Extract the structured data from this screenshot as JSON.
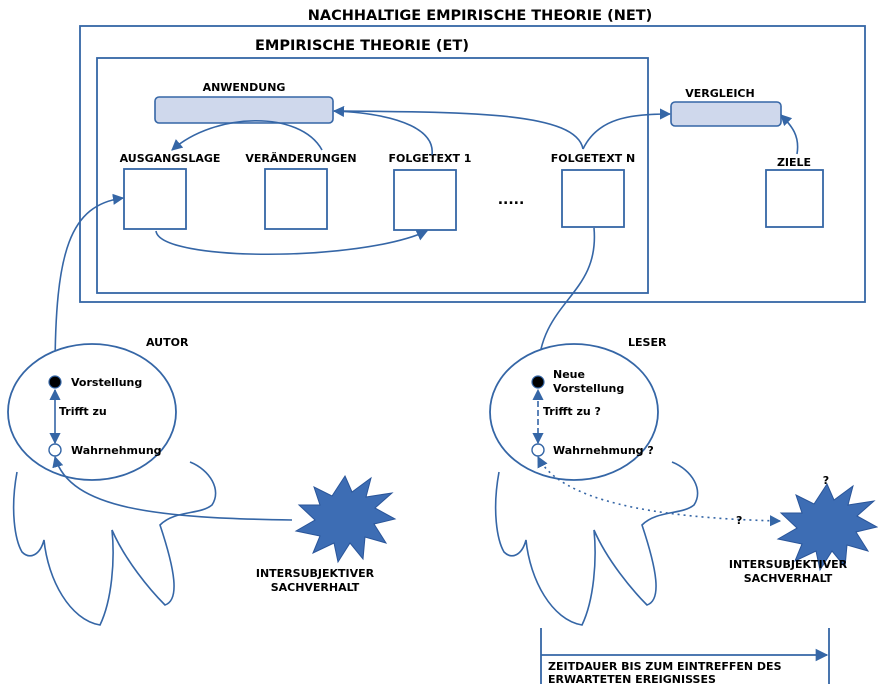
{
  "titles": {
    "net": "NACHHALTIGE EMPIRISCHE THEORIE (NET)",
    "et": "EMPIRISCHE THEORIE (ET)"
  },
  "bars": {
    "anwendung": "ANWENDUNG",
    "vergleich": "VERGLEICH"
  },
  "nodes": {
    "ausgangslage": "AUSGANGSLAGE",
    "veraenderungen": "VERÄNDERUNGEN",
    "folgetext1": "FOLGETEXT 1",
    "ellipsis": ".....",
    "folgetextn": "FOLGETEXT N",
    "ziele": "ZIELE"
  },
  "autor": {
    "label": "AUTOR",
    "vorstellung": "Vorstellung",
    "trifft": "Trifft zu",
    "wahrnehmung": "Wahrnehmung",
    "sachverhalt_1": "INTERSUBJEKTIVER",
    "sachverhalt_2": "SACHVERHALT"
  },
  "leser": {
    "label": "LESER",
    "vorstellung_1": "Neue",
    "vorstellung_2": "Vorstellung",
    "trifft": "Trifft zu ?",
    "wahrnehmung": "Wahrnehmung ?",
    "question_top": "?",
    "question_path": "?",
    "sachverhalt_1": "INTERSUBJEKTIVER",
    "sachverhalt_2": "SACHVERHALT"
  },
  "timeline": {
    "line1": "ZEITDAUER BIS ZUM EINTREFFEN DES",
    "line2": "ERWARTETEN EREIGNISSES"
  },
  "colors": {
    "stroke": "#3566a6",
    "bar_fill": "#cfd8ec",
    "star_fill": "#3d6db4"
  }
}
